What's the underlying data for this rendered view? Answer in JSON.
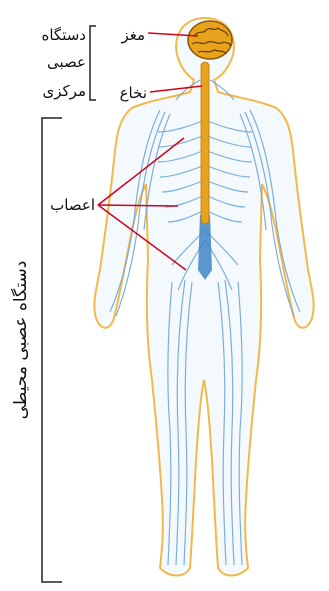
{
  "labels": {
    "brain": "مغز",
    "spinal_cord": "نخاع",
    "cns_line1": "دستگاه",
    "cns_line2": "عصبی",
    "cns_line3": "مرکزی",
    "nerves": "اعصاب",
    "pns": "دستگاه عصبی محیطی"
  },
  "colors": {
    "body_outline": "#f2b84b",
    "nerve": "#6fa6d6",
    "spinal_cord": "#e8a21c",
    "brain": "#e8a21c",
    "pointer": "#d0021b",
    "bracket": "#222222",
    "text": "#111111"
  }
}
